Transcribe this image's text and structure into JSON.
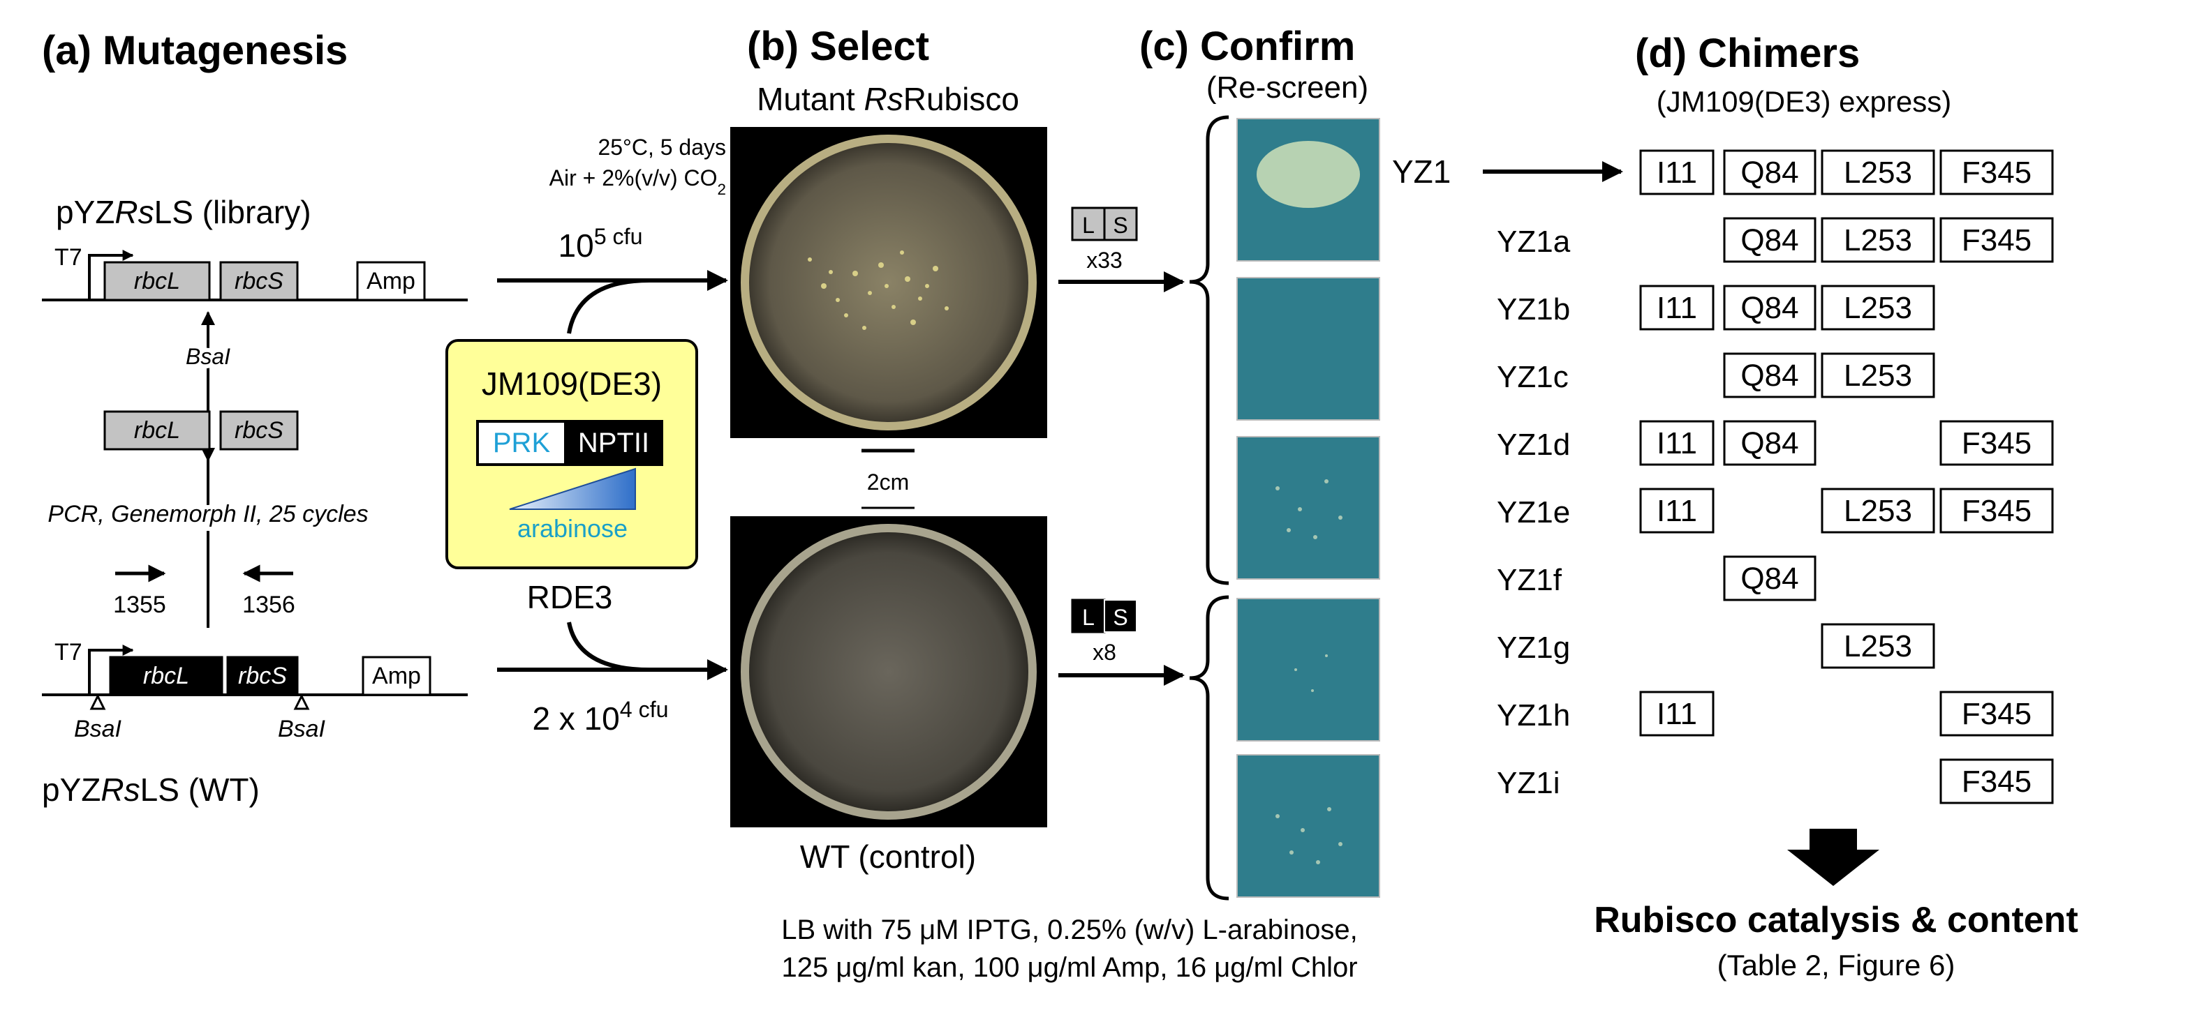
{
  "panels": {
    "a": {
      "title": "(a) Mutagenesis",
      "plasmid_library": "pYZRsLS (library)",
      "plasmid_wt": "pYZRsLS (WT)",
      "t7": "T7",
      "rbcL": "rbcL",
      "rbcS": "rbcS",
      "amp": "Amp",
      "bsai": "BsaI",
      "pcr": "PCR, Genemorph II, 25 cycles",
      "primer_fwd": "1355",
      "primer_rev": "1356"
    },
    "b": {
      "title": "(b) Select",
      "mutant_label": "Mutant RsRubisco",
      "conditions_1": "25°C, 5 days",
      "conditions_2": "Air + 2%(v/v) CO2",
      "cfu_library": "10^5 cfu",
      "cfu_wt": "2 x 10^4 cfu",
      "strain": "JM109(DE3)",
      "prk": "PRK",
      "nptii": "NPTII",
      "arabinose": "arabinose",
      "rde3": "RDE3",
      "scale": "2cm",
      "wt_label": "WT (control)",
      "medium_1": "LB with 75 μM IPTG, 0.25% (w/v) L-arabinose,",
      "medium_2": "125 μg/ml kan, 100 μg/ml  Amp, 16 μg/ml Chlor"
    },
    "c": {
      "title": "(c) Confirm",
      "subtitle": "(Re-screen)",
      "count_mutant": "x33",
      "count_wt": "x8",
      "L": "L",
      "S": "S"
    },
    "d": {
      "title": "(d) Chimers",
      "subtitle": "(JM109(DE3) express)",
      "arrow_from": "YZ1",
      "rows": [
        {
          "label": "",
          "muts": [
            "I11",
            "Q84",
            "L253",
            "F345"
          ]
        },
        {
          "label": "YZ1a",
          "muts": [
            "",
            "Q84",
            "L253",
            "F345"
          ]
        },
        {
          "label": "YZ1b",
          "muts": [
            "I11",
            "Q84",
            "L253",
            ""
          ]
        },
        {
          "label": "YZ1c",
          "muts": [
            "",
            "Q84",
            "L253",
            ""
          ]
        },
        {
          "label": "YZ1d",
          "muts": [
            "I11",
            "Q84",
            "",
            "F345"
          ]
        },
        {
          "label": "YZ1e",
          "muts": [
            "I11",
            "",
            "L253",
            "F345"
          ]
        },
        {
          "label": "YZ1f",
          "muts": [
            "",
            "Q84",
            "",
            ""
          ]
        },
        {
          "label": "YZ1g",
          "muts": [
            "",
            "",
            "L253",
            ""
          ]
        },
        {
          "label": "YZ1h",
          "muts": [
            "I11",
            "",
            "",
            "F345"
          ]
        },
        {
          "label": "YZ1i",
          "muts": [
            "",
            "",
            "",
            "F345"
          ]
        }
      ],
      "outcome": "Rubisco catalysis & content",
      "outcome_ref": "(Table 2, Figure 6)"
    }
  }
}
